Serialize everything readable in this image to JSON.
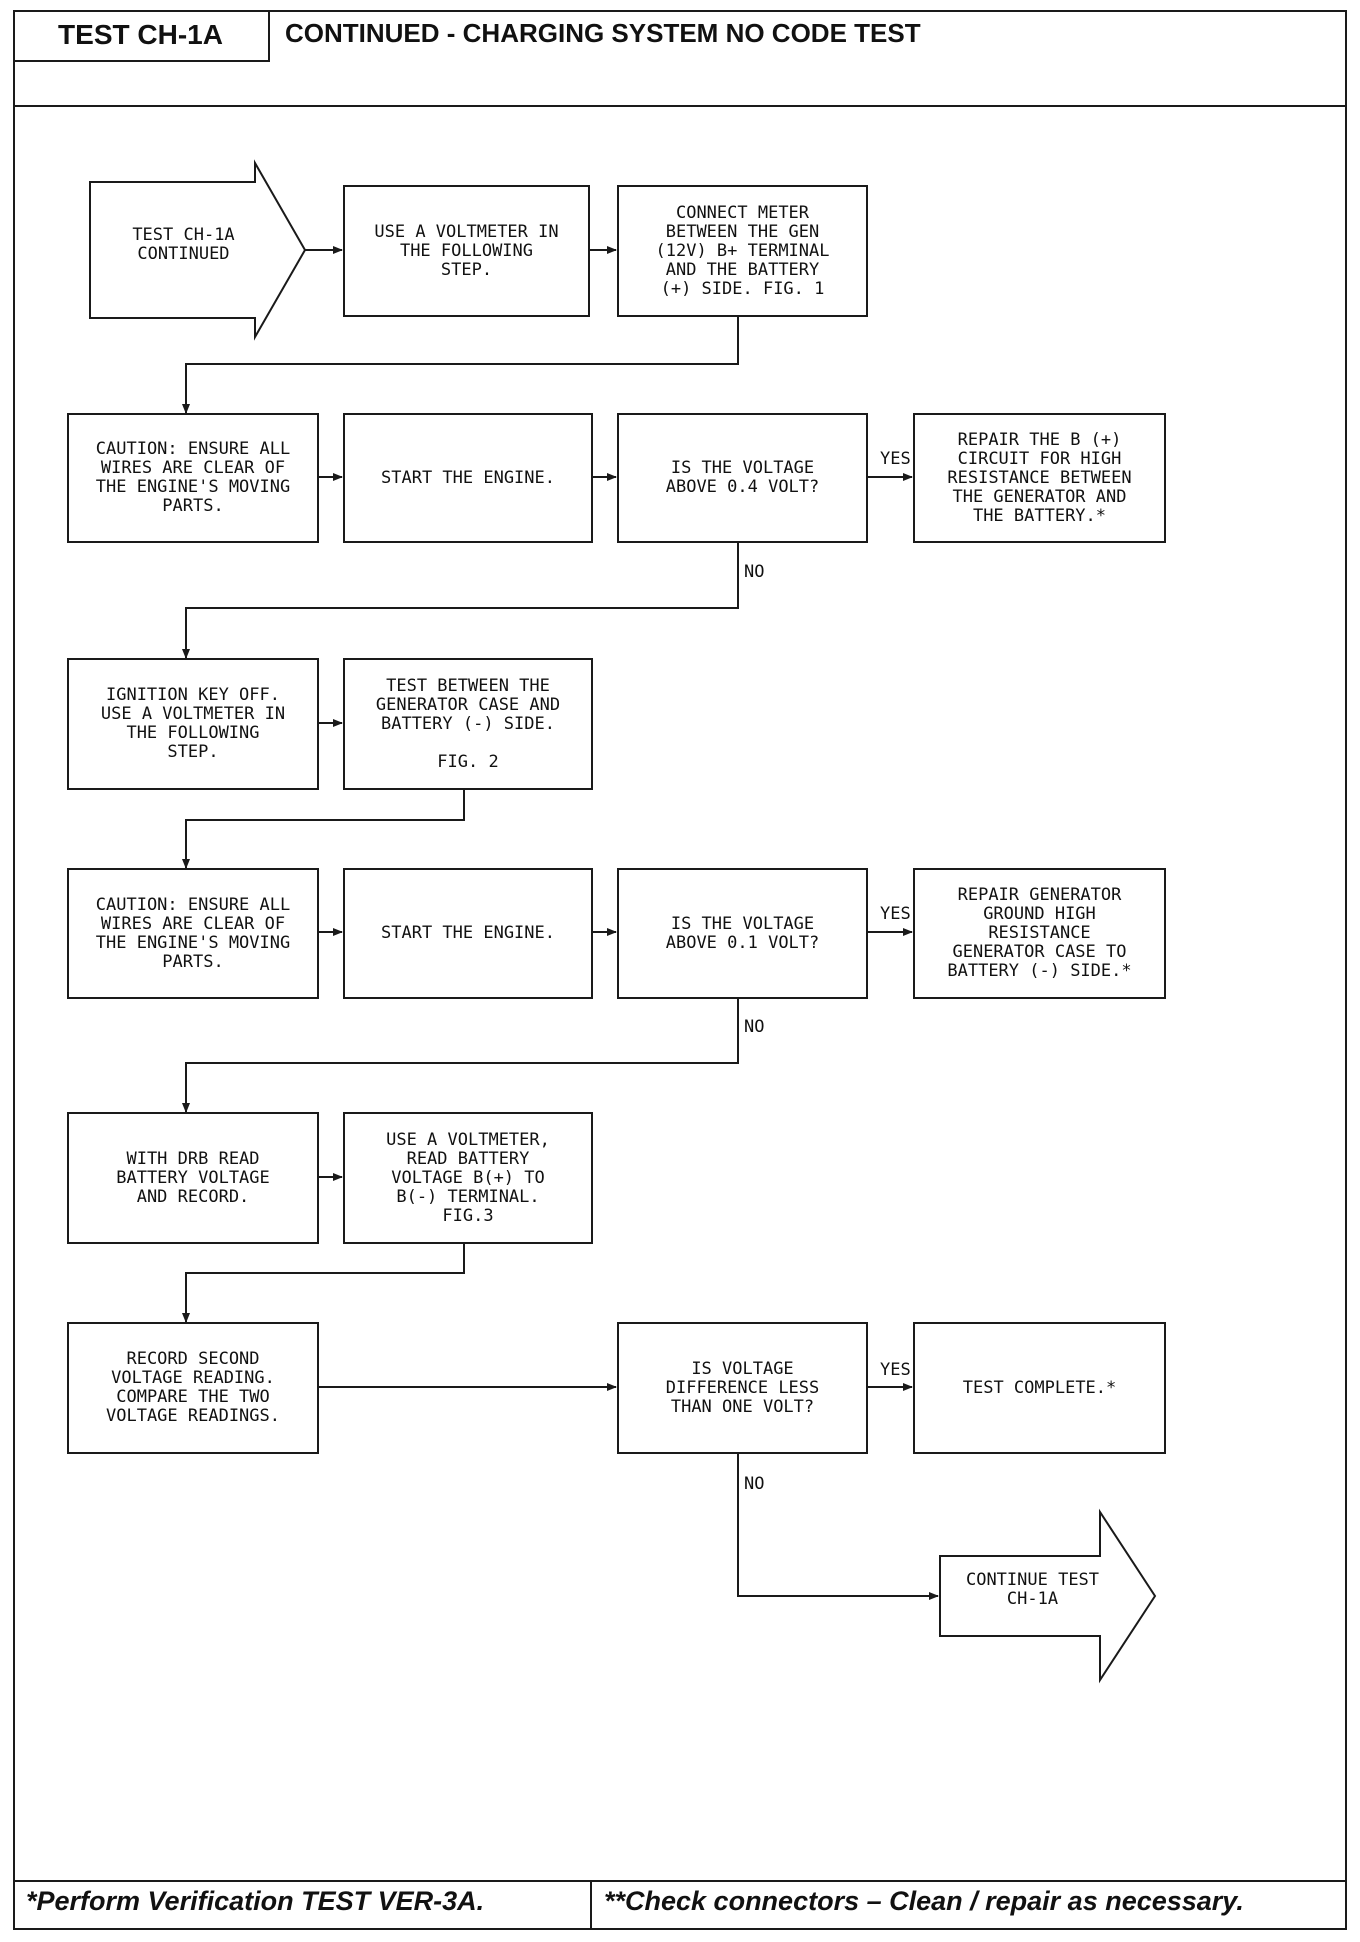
{
  "header": {
    "test_id": "TEST CH-1A",
    "title": "CONTINUED -  CHARGING SYSTEM NO CODE TEST"
  },
  "footer": {
    "left_note": "*Perform Verification TEST VER-3A.",
    "right_note": "**Check connectors – Clean / repair as necessary."
  },
  "flowchart": {
    "start": "TEST CH-1A\nCONTINUED",
    "use_voltmeter_1": "USE A VOLTMETER IN\nTHE FOLLOWING\nSTEP.",
    "connect_meter": "CONNECT METER\nBETWEEN THE GEN\n(12V) B+ TERMINAL\nAND THE BATTERY\n(+) SIDE. FIG. 1",
    "caution_1": "CAUTION: ENSURE ALL\nWIRES ARE CLEAR OF\nTHE ENGINE'S MOVING\nPARTS.",
    "start_engine_1": "START THE ENGINE.",
    "voltage_check_1": "IS THE VOLTAGE\nABOVE 0.4 VOLT?",
    "repair_b_plus": "REPAIR THE B (+)\nCIRCUIT FOR HIGH\nRESISTANCE BETWEEN\nTHE GENERATOR AND\nTHE BATTERY.*",
    "ignition_off": "IGNITION KEY OFF.\nUSE A VOLTMETER IN\nTHE FOLLOWING\nSTEP.",
    "test_case": "TEST BETWEEN THE\nGENERATOR CASE AND\nBATTERY (-) SIDE.\n\nFIG. 2",
    "caution_2": "CAUTION: ENSURE ALL\nWIRES ARE CLEAR OF\nTHE ENGINE'S MOVING\nPARTS.",
    "start_engine_2": "START THE ENGINE.",
    "voltage_check_2": "IS THE VOLTAGE\nABOVE 0.1 VOLT?",
    "repair_ground": "REPAIR GENERATOR\nGROUND HIGH\nRESISTANCE\nGENERATOR CASE TO\nBATTERY (-) SIDE.*",
    "drb_read": "WITH DRB READ\nBATTERY VOLTAGE\nAND RECORD.",
    "voltmeter_read": "USE A VOLTMETER,\nREAD BATTERY\nVOLTAGE B(+) TO\nB(-) TERMINAL.\nFIG.3",
    "record_second": "RECORD SECOND\nVOLTAGE READING.\nCOMPARE THE TWO\nVOLTAGE READINGS.",
    "difference_check": "IS VOLTAGE\nDIFFERENCE LESS\nTHAN ONE VOLT?",
    "test_complete": "TEST COMPLETE.*",
    "continue": "CONTINUE TEST\nCH-1A",
    "yes_label": "YES",
    "no_label": "NO"
  }
}
